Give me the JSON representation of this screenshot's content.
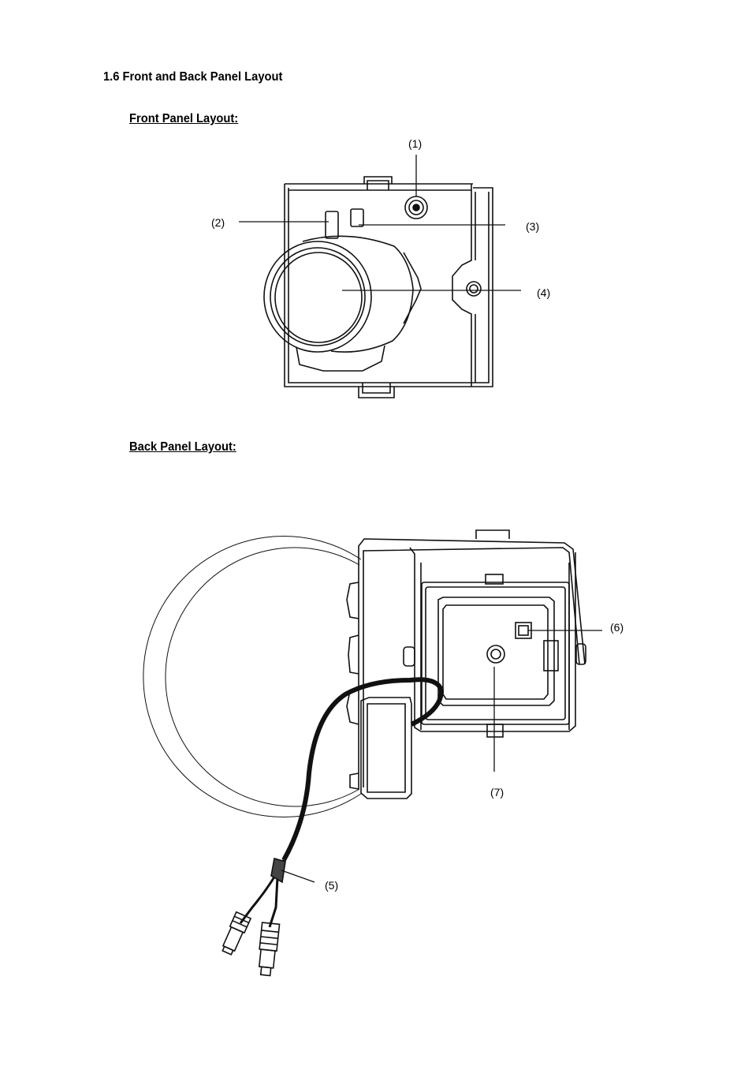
{
  "section": {
    "title": "1.6 Front and Back Panel Layout"
  },
  "front_panel": {
    "heading": "Front Panel Layout:",
    "callouts": [
      "(1)",
      "(2)",
      "(3)",
      "(4)"
    ]
  },
  "back_panel": {
    "heading": "Back Panel Layout:",
    "callouts": [
      "(5)",
      "(6)",
      "(7)"
    ]
  }
}
